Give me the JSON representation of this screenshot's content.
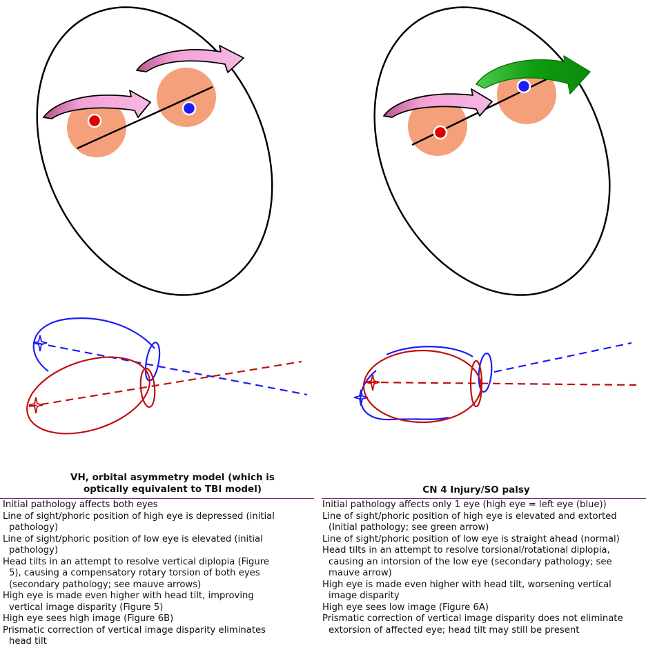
{
  "colors": {
    "outline": "#000000",
    "pupil_ring": "#f4a07a",
    "high_eye_blue": "#1d1df5",
    "low_eye_red": "#e00000",
    "mauve_arrow": "#f3a1d8",
    "mauve_arrow_dark": "#d06a9c",
    "green_arrow": "#0e9a0e",
    "eye_blue_line": "#2020e0",
    "eye_red_line": "#c01010",
    "divider": "#7a2a6a"
  },
  "icons": {
    "mauve_arrow": "curved-arrow-icon",
    "green_arrow": "curved-arrow-icon",
    "pupil": "circle-icon"
  },
  "left_column": {
    "title": "VH, orbital asymmetry model (which is optically equivalent to TBI model)",
    "items": [
      "Initial pathology affects both eyes",
      "Line of sight/phoric position of high eye is depressed (initial\npathology)",
      "Line of sight/phoric position of low eye is elevated (initial\npathology)",
      "Head tilts in an attempt to resolve vertical diplopia (Figure\n5), causing a compensatory rotary torsion of both eyes\n(secondary pathology; see mauve arrows)",
      "High eye is made even higher with head tilt, improving\nvertical image disparity (Figure 5)",
      "High eye sees high image (Figure 6B)",
      "Prismatic correction of vertical image disparity eliminates\nhead tilt"
    ]
  },
  "right_column": {
    "title": "CN 4 Injury/SO palsy",
    "items": [
      "Initial pathology affects only 1 eye (high eye = left eye (blue))",
      "Line of sight/phoric position of high eye is elevated and extorted\n(Initial pathology; see green arrow)",
      "Line of sight/phoric position of low eye is straight ahead (normal)\n",
      "Head tilts in an attempt to resolve torsional/rotational diplopia,\ncausing an intorsion of the low eye (secondary pathology; see\nmauve arrow)",
      "High eye is made even higher with head tilt, worsening vertical\nimage disparity",
      "High eye sees low image (Figure 6A)",
      "Prismatic correction of vertical image disparity does not eliminate\nextorsion of affected eye; head tilt may still be present"
    ]
  }
}
